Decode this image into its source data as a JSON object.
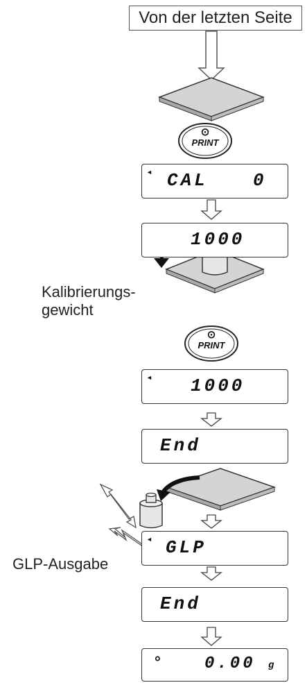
{
  "header": {
    "text": "Von der letzten Seite"
  },
  "buttons": {
    "print_symbol": "⊙",
    "print_label": "PRINT"
  },
  "displays": {
    "cal": {
      "main": "CAL",
      "value": "0"
    },
    "weight1": {
      "value": "1000"
    },
    "weight2": {
      "value": "1000"
    },
    "end1": {
      "value": "End"
    },
    "glp": {
      "value": "GLP"
    },
    "end2": {
      "value": "End"
    },
    "final": {
      "symbol": "°",
      "value": "0.00",
      "unit": "g"
    }
  },
  "labels": {
    "calibration_weight_line1": "Kalibrierungs-",
    "calibration_weight_line2": "gewicht",
    "glp_output": "GLP-Ausgabe"
  },
  "colors": {
    "line": "#333333",
    "pan_fill": "#d4d4d4",
    "pan_side": "#a9a9a9"
  }
}
